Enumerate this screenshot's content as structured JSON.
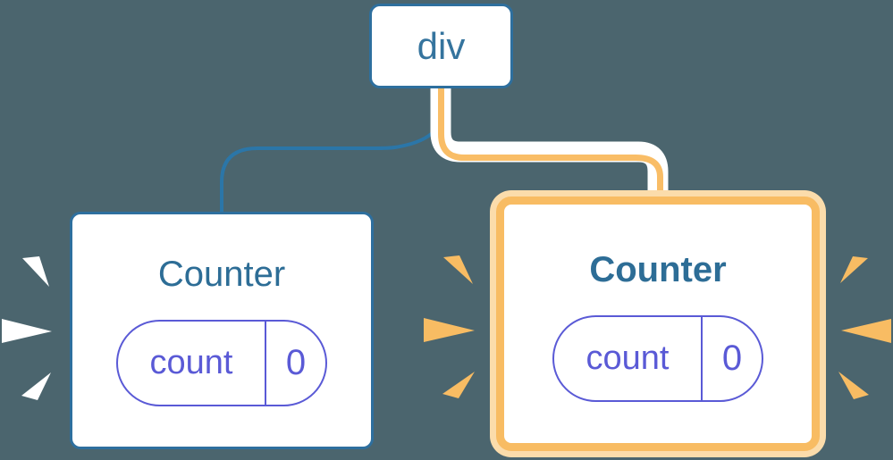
{
  "diagram": {
    "root_node": {
      "label": "div"
    },
    "left_counter": {
      "title": "Counter",
      "state_label": "count",
      "state_value": "0",
      "highlighted": false
    },
    "right_counter": {
      "title": "Counter",
      "state_label": "count",
      "state_value": "0",
      "highlighted": true
    },
    "colors": {
      "background": "#4b656e",
      "blue_border": "#2e6f9e",
      "blue_text": "#35749e",
      "blue_connector": "#2b76a8",
      "title_blue": "#2d6d96",
      "indigo": "#5a5ad6",
      "orange": "#f8bc63",
      "orange_line": "#f9bd66",
      "orange_light": "#fbdcab"
    }
  }
}
